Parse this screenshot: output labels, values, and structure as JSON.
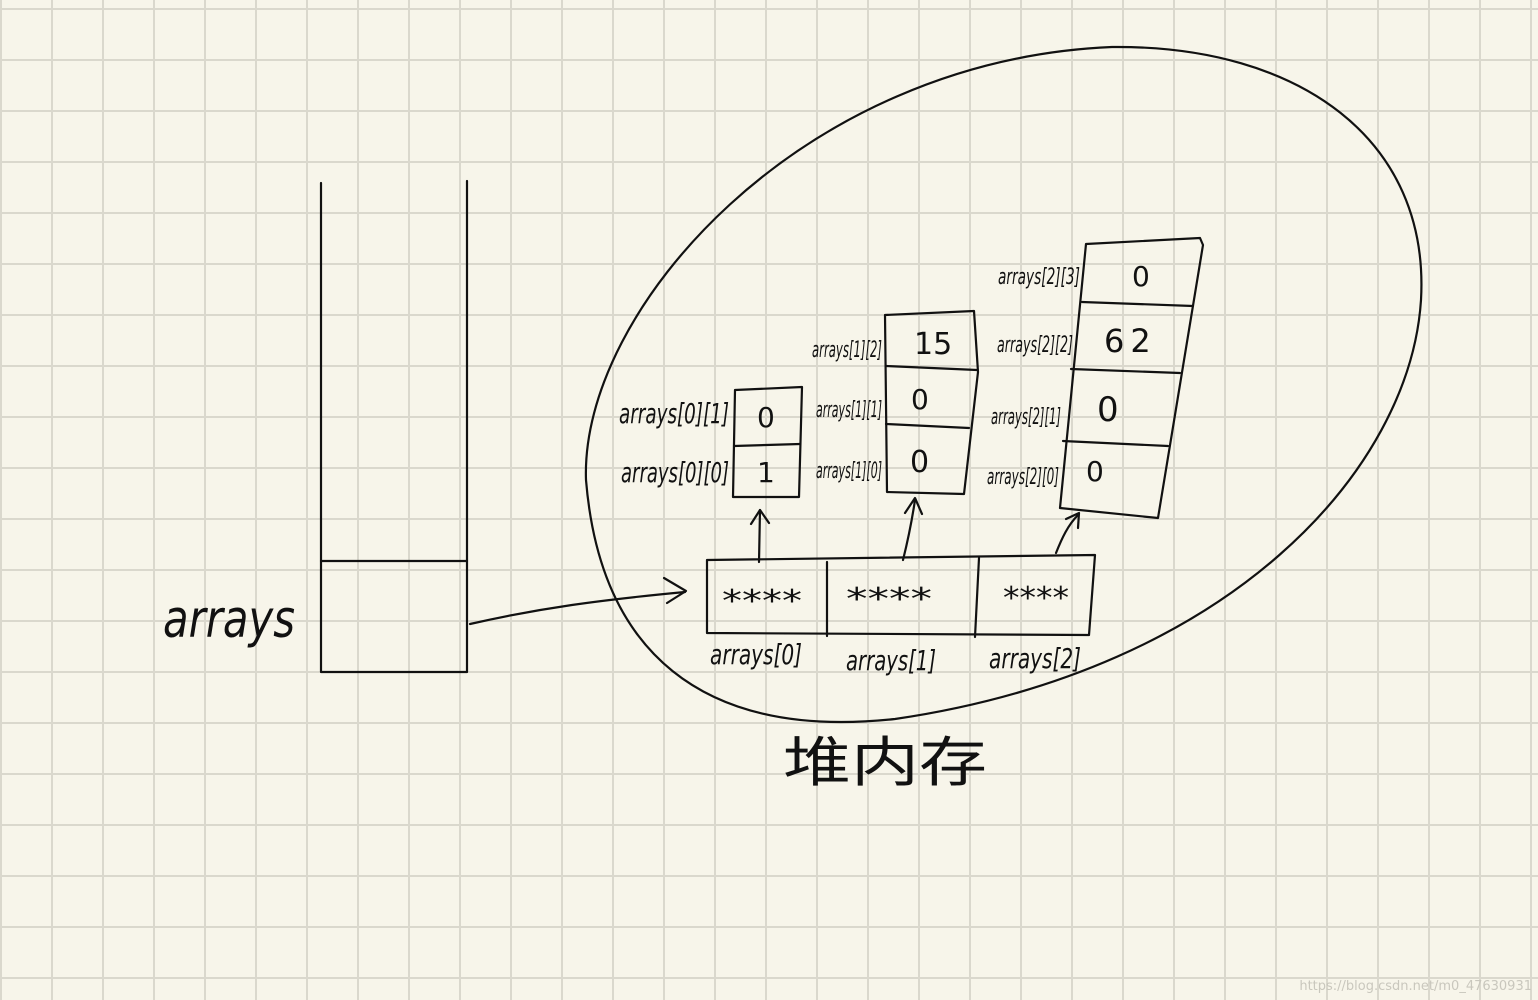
{
  "stack": {
    "variable_label": "arrays"
  },
  "heap": {
    "title": "堆内存",
    "outer_array": {
      "cells": [
        "****",
        "****",
        "****"
      ],
      "labels": [
        "arrays[0]",
        "arrays[1]",
        "arrays[2]"
      ]
    },
    "inner_array_0": {
      "cells": [
        {
          "label": "arrays[0][1]",
          "value": "0"
        },
        {
          "label": "arrays[0][0]",
          "value": "1"
        }
      ]
    },
    "inner_array_1": {
      "cells": [
        {
          "label": "arrays[1][2]",
          "value": "15"
        },
        {
          "label": "arrays[1][1]",
          "value": "0"
        },
        {
          "label": "arrays[1][0]",
          "value": "0"
        }
      ]
    },
    "inner_array_2": {
      "cells": [
        {
          "label": "arrays[2][3]",
          "value": "0"
        },
        {
          "label": "arrays[2][2]",
          "value": "62"
        },
        {
          "label": "arrays[2][1]",
          "value": "0"
        },
        {
          "label": "arrays[2][0]",
          "value": "0"
        }
      ]
    }
  },
  "watermark": "https://blog.csdn.net/m0_47630931"
}
